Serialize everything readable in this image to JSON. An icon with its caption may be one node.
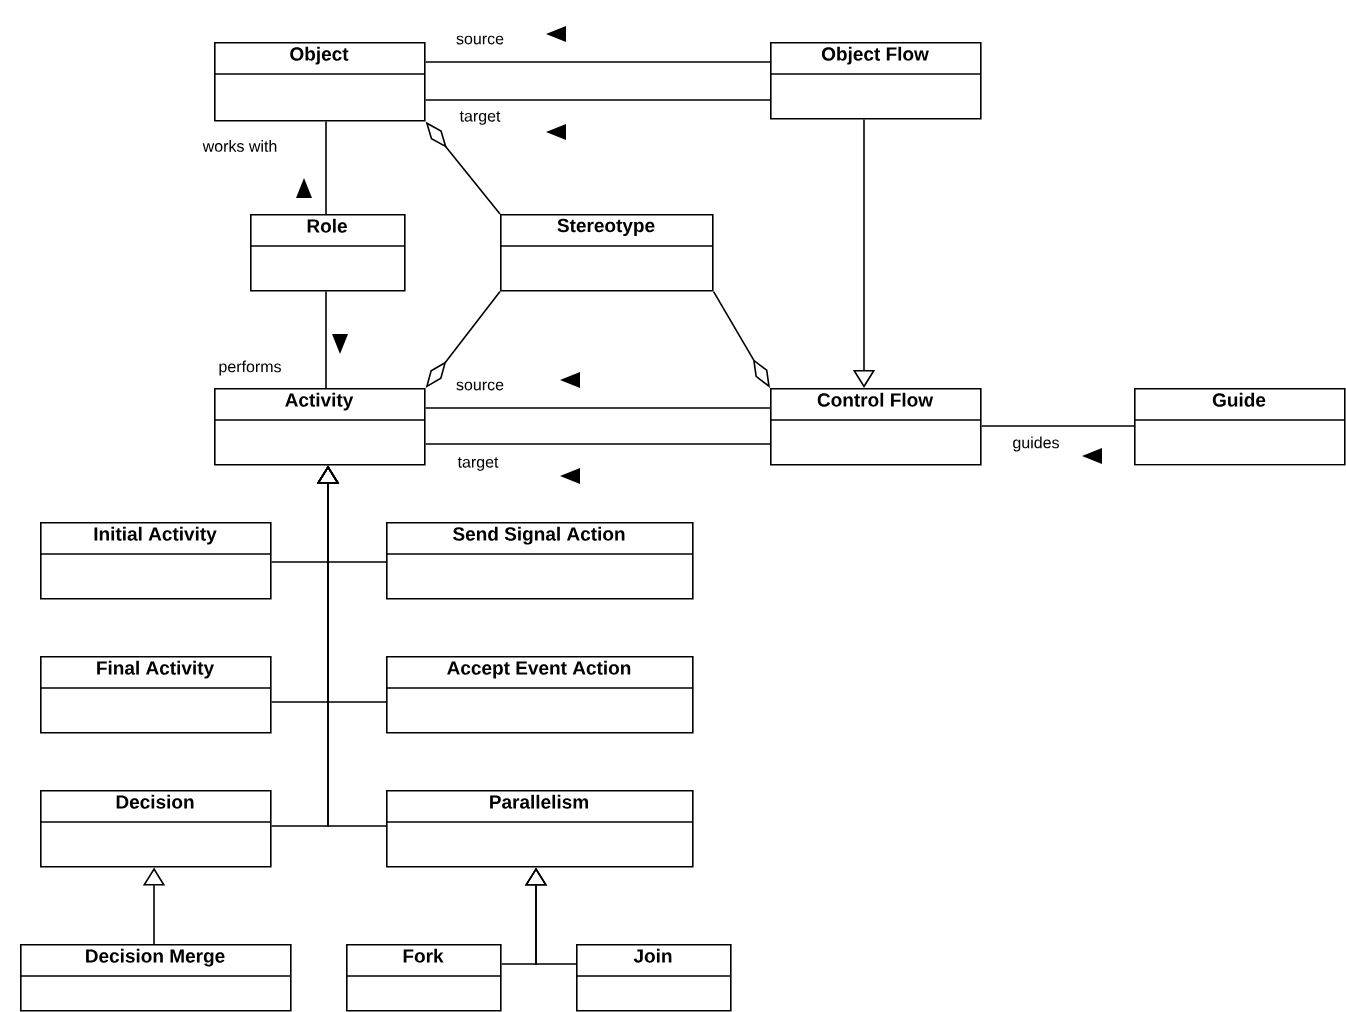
{
  "diagram": {
    "nodes": [
      {
        "text": [
          "Object"
        ]
      },
      {
        "text": [
          "Object Flow"
        ]
      },
      {
        "text": [
          "Role"
        ]
      },
      {
        "text": [
          "Stereotype"
        ]
      },
      {
        "text": [
          "Activity"
        ]
      },
      {
        "text": [
          "Control Flow"
        ]
      },
      {
        "text": [
          "Guide"
        ]
      },
      {
        "text": [
          "Initial Activity"
        ]
      },
      {
        "text": [
          "Send Signal Action"
        ]
      },
      {
        "text": [
          "Final Activity"
        ]
      },
      {
        "text": [
          "Accept Event Action"
        ]
      },
      {
        "text": [
          "Decision"
        ]
      },
      {
        "text": [
          "Parallelism"
        ]
      },
      {
        "text": [
          "Decision Merge"
        ]
      },
      {
        "text": [
          "Fork"
        ]
      },
      {
        "text": [
          "Join"
        ]
      }
    ],
    "edges": [
      {
        "from": 0,
        "to": 1,
        "arrow": "none",
        "label": "source"
      },
      {
        "from": 0,
        "to": 1,
        "arrow": "none",
        "label": "target"
      },
      {
        "from": 0,
        "to": 2,
        "arrow": "none",
        "label": "works with"
      },
      {
        "from": 3,
        "to": 0,
        "arrow": "other"
      },
      {
        "from": 3,
        "to": 4,
        "arrow": "other"
      },
      {
        "from": 3,
        "to": 5,
        "arrow": "other"
      },
      {
        "from": 1,
        "to": 5,
        "arrow": "to"
      },
      {
        "from": 2,
        "to": 4,
        "arrow": "none",
        "label": "performs"
      },
      {
        "from": 4,
        "to": 5,
        "arrow": "none",
        "label": "source"
      },
      {
        "from": 4,
        "to": 5,
        "arrow": "none",
        "label": "target"
      },
      {
        "from": 5,
        "to": 6,
        "arrow": "none",
        "label": "guides"
      },
      {
        "from": 7,
        "to": 4,
        "arrow": "to"
      },
      {
        "from": 8,
        "to": 4,
        "arrow": "to"
      },
      {
        "from": 9,
        "to": 4,
        "arrow": "to"
      },
      {
        "from": 10,
        "to": 4,
        "arrow": "to"
      },
      {
        "from": 11,
        "to": 4,
        "arrow": "to"
      },
      {
        "from": 12,
        "to": 4,
        "arrow": "to"
      },
      {
        "from": 13,
        "to": 11,
        "arrow": "to"
      },
      {
        "from": 14,
        "to": 12,
        "arrow": "to"
      },
      {
        "from": 15,
        "to": 12,
        "arrow": "to"
      }
    ]
  }
}
